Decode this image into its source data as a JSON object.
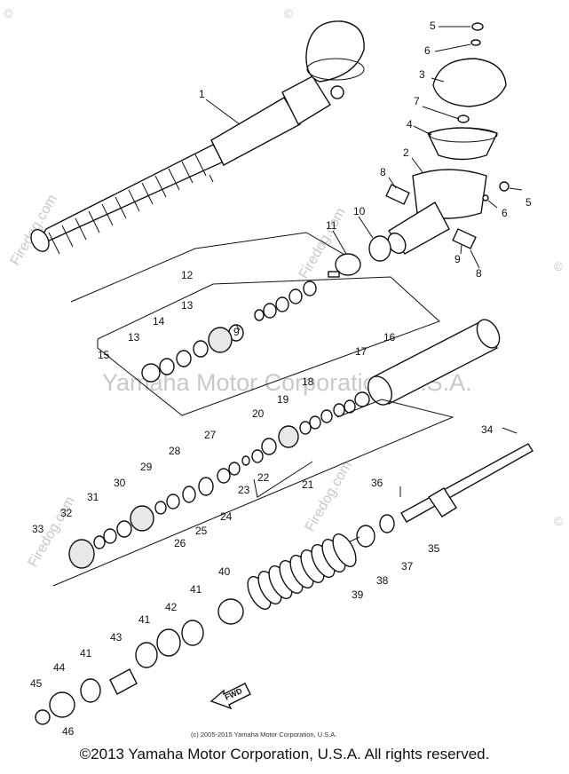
{
  "watermarks": {
    "center": "Yamaha Motor Corporation, U.S.A.",
    "site": "Firedog.com",
    "copyright_symbol": "©"
  },
  "fwd_label": "FWD",
  "small_copyright": "(c) 2005-2015 Yamaha Motor Corporation, U.S.A.",
  "main_copyright": "©2013 Yamaha Motor Corporation, U.S.A. All rights reserved.",
  "callouts": [
    {
      "id": "c1",
      "text": "1"
    },
    {
      "id": "c2",
      "text": "2"
    },
    {
      "id": "c3",
      "text": "3"
    },
    {
      "id": "c4",
      "text": "4"
    },
    {
      "id": "c5a",
      "text": "5"
    },
    {
      "id": "c5b",
      "text": "5"
    },
    {
      "id": "c6a",
      "text": "6"
    },
    {
      "id": "c6b",
      "text": "6"
    },
    {
      "id": "c7",
      "text": "7"
    },
    {
      "id": "c8a",
      "text": "8"
    },
    {
      "id": "c8b",
      "text": "8"
    },
    {
      "id": "c9a",
      "text": "9"
    },
    {
      "id": "c9b",
      "text": "9"
    },
    {
      "id": "c10",
      "text": "10"
    },
    {
      "id": "c11",
      "text": "11"
    },
    {
      "id": "c12",
      "text": "12"
    },
    {
      "id": "c13a",
      "text": "13"
    },
    {
      "id": "c13b",
      "text": "13"
    },
    {
      "id": "c14",
      "text": "14"
    },
    {
      "id": "c15",
      "text": "15"
    },
    {
      "id": "c16",
      "text": "16"
    },
    {
      "id": "c17",
      "text": "17"
    },
    {
      "id": "c18",
      "text": "18"
    },
    {
      "id": "c19",
      "text": "19"
    },
    {
      "id": "c20",
      "text": "20"
    },
    {
      "id": "c21",
      "text": "21"
    },
    {
      "id": "c22",
      "text": "22"
    },
    {
      "id": "c23",
      "text": "23"
    },
    {
      "id": "c24",
      "text": "24"
    },
    {
      "id": "c25",
      "text": "25"
    },
    {
      "id": "c26",
      "text": "26"
    },
    {
      "id": "c27",
      "text": "27"
    },
    {
      "id": "c28",
      "text": "28"
    },
    {
      "id": "c29",
      "text": "29"
    },
    {
      "id": "c30",
      "text": "30"
    },
    {
      "id": "c31",
      "text": "31"
    },
    {
      "id": "c32",
      "text": "32"
    },
    {
      "id": "c33",
      "text": "33"
    },
    {
      "id": "c34",
      "text": "34"
    },
    {
      "id": "c35",
      "text": "35"
    },
    {
      "id": "c36",
      "text": "36"
    },
    {
      "id": "c37",
      "text": "37"
    },
    {
      "id": "c38",
      "text": "38"
    },
    {
      "id": "c39",
      "text": "39"
    },
    {
      "id": "c40",
      "text": "40"
    },
    {
      "id": "c41a",
      "text": "41"
    },
    {
      "id": "c41b",
      "text": "41"
    },
    {
      "id": "c41c",
      "text": "41"
    },
    {
      "id": "c42",
      "text": "42"
    },
    {
      "id": "c43",
      "text": "43"
    },
    {
      "id": "c44",
      "text": "44"
    },
    {
      "id": "c45",
      "text": "45"
    },
    {
      "id": "c46",
      "text": "46"
    }
  ]
}
